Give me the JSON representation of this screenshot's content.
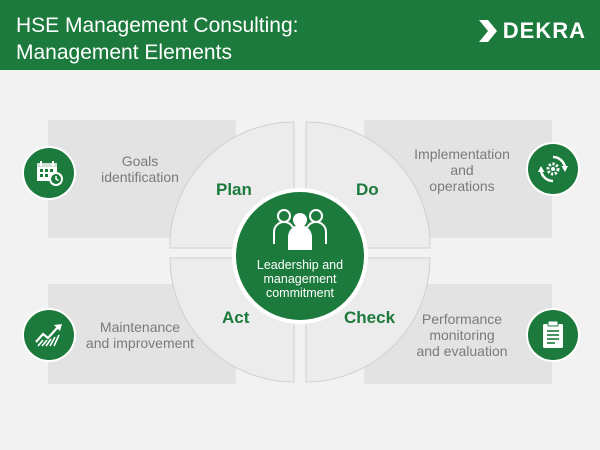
{
  "header": {
    "title_line1": "HSE Management Consulting:",
    "title_line2": "Management Elements",
    "brand": "DEKRA"
  },
  "colors": {
    "brand_green": "#1b7a3c",
    "box_grey": "#e3e3e3",
    "text_grey": "#7a7a7a"
  },
  "cycle": {
    "center": {
      "line1": "Leadership and",
      "line2": "management",
      "line3": "commitment",
      "icon": "people-group-icon"
    },
    "phases": {
      "plan": "Plan",
      "do": "Do",
      "check": "Check",
      "act": "Act"
    }
  },
  "elements": {
    "goals": {
      "line1": "Goals",
      "line2": "identification",
      "icon": "calendar-clock-icon"
    },
    "implementation": {
      "line1": "Implementation",
      "line2": "and",
      "line3": "operations",
      "icon": "gear-cycle-icon"
    },
    "maintenance": {
      "line1": "Maintenance",
      "line2": "and improvement",
      "icon": "trend-chart-icon"
    },
    "performance": {
      "line1": "Performance",
      "line2": "monitoring",
      "line3": "and evaluation",
      "icon": "clipboard-icon"
    }
  }
}
